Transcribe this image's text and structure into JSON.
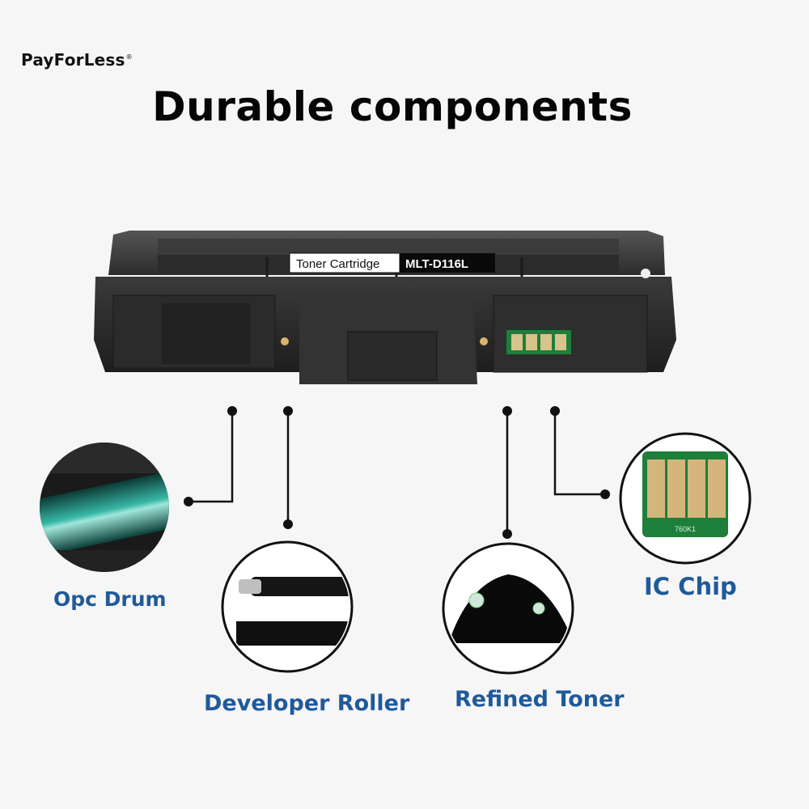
{
  "brand": {
    "name": "PayForLess",
    "mark": "®"
  },
  "headline": "Durable components",
  "cartridge": {
    "label_left": "Toner Cartridge",
    "label_right": "MLT-D116L"
  },
  "components": [
    {
      "name": "Opc Drum",
      "icon": "opc-drum-photo"
    },
    {
      "name": "Developer Roller",
      "icon": "developer-roller-photo"
    },
    {
      "name": "Refined Toner",
      "icon": "toner-powder-photo"
    },
    {
      "name": "IC Chip",
      "icon": "ic-chip-photo"
    }
  ],
  "chip_code": "760K1",
  "colors": {
    "label_blue": "#1f5a9a",
    "cartridge_black": "#2a2a2a",
    "chip_green": "#1d7f3a",
    "drum_teal": "#38b7a6"
  }
}
